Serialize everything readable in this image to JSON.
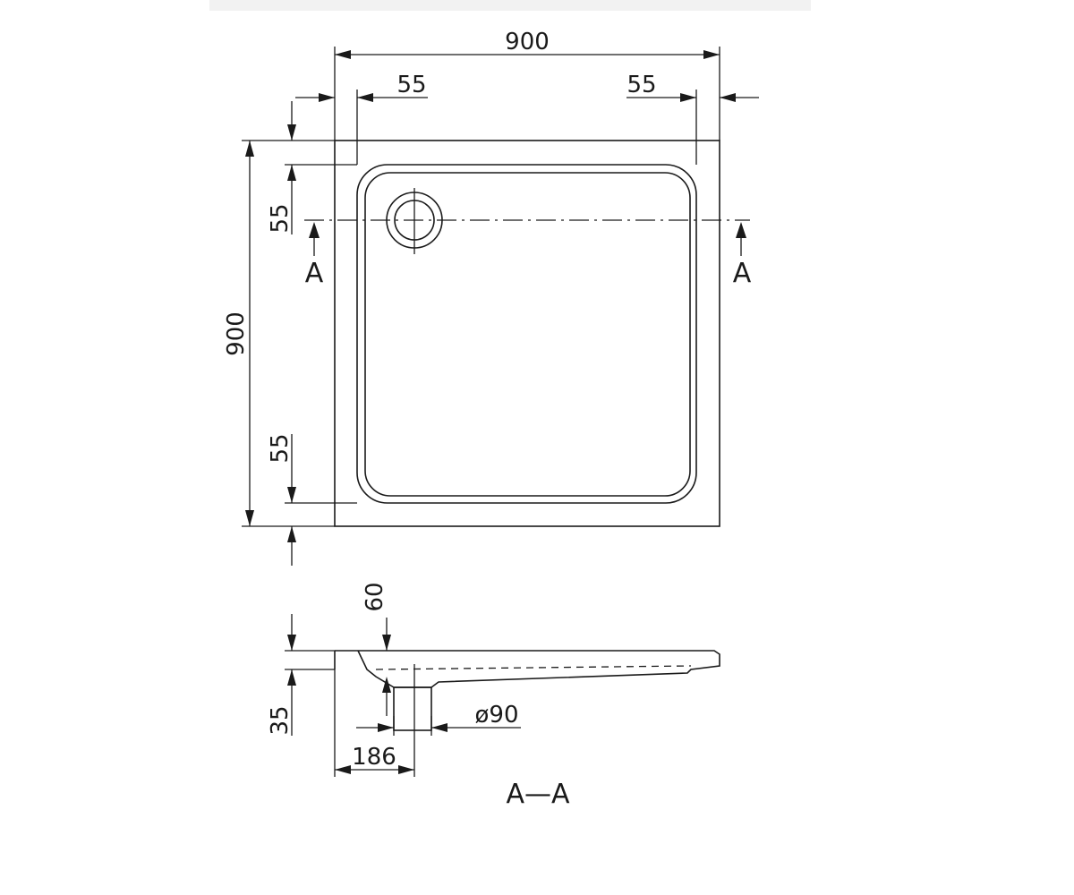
{
  "plan_view": {
    "width_label": "900",
    "height_label": "900",
    "rim_left_label": "55",
    "rim_right_label": "55",
    "rim_top_label": "55",
    "rim_bottom_label": "55",
    "section_marker_left": "A",
    "section_marker_right": "A"
  },
  "section_view": {
    "depth_label": "60",
    "rim_height_label": "35",
    "drain_diameter_label": "ø90",
    "drain_offset_label": "186",
    "title": "A—A"
  }
}
